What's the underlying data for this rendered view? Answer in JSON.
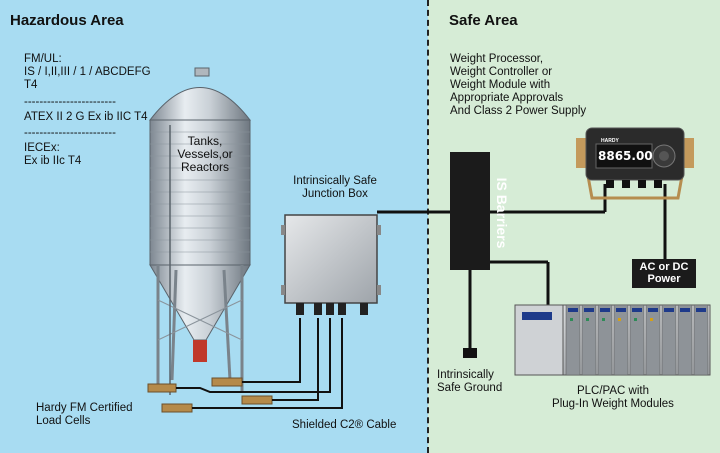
{
  "zones": {
    "hazardous_title": "Hazardous Area",
    "safe_title": "Safe Area"
  },
  "approvals": {
    "fm_ul": "FM/UL:",
    "fm_ul_line1": "IS / I,II,III / 1 / ABCDEFG",
    "fm_ul_line2": "T4",
    "sep1": "------------------------",
    "atex": "ATEX II 2 G Ex ib IIC T4",
    "sep2": "------------------------",
    "iecex": "IECEx:",
    "iecex_line": "Ex ib IIc T4"
  },
  "labels": {
    "tanks": [
      "Tanks,",
      "Vessels,or",
      "Reactors"
    ],
    "junction_box": [
      "Intrinsically Safe",
      "Junction Box"
    ],
    "load_cells": [
      "Hardy FM Certified",
      "Load Cells"
    ],
    "cable": "Shielded C2® Cable",
    "weight_processor": [
      "Weight Processor,",
      "Weight Controller or",
      "Weight Module with",
      "Appropriate Approvals",
      "And Class 2 Power Supply"
    ],
    "is_barriers": "IS Barriers",
    "ac_dc": [
      "AC or DC",
      "Power"
    ],
    "ground": [
      "Intrinsically",
      "Safe Ground"
    ],
    "plc": [
      "PLC/PAC with",
      "Plug-In Weight Modules"
    ]
  },
  "display": {
    "brand": "HARDY",
    "value": "8865.00"
  },
  "colors": {
    "hazardous_bg": "#a8dcf2",
    "safe_bg": "#d6ecd6",
    "wire": "#111111"
  }
}
